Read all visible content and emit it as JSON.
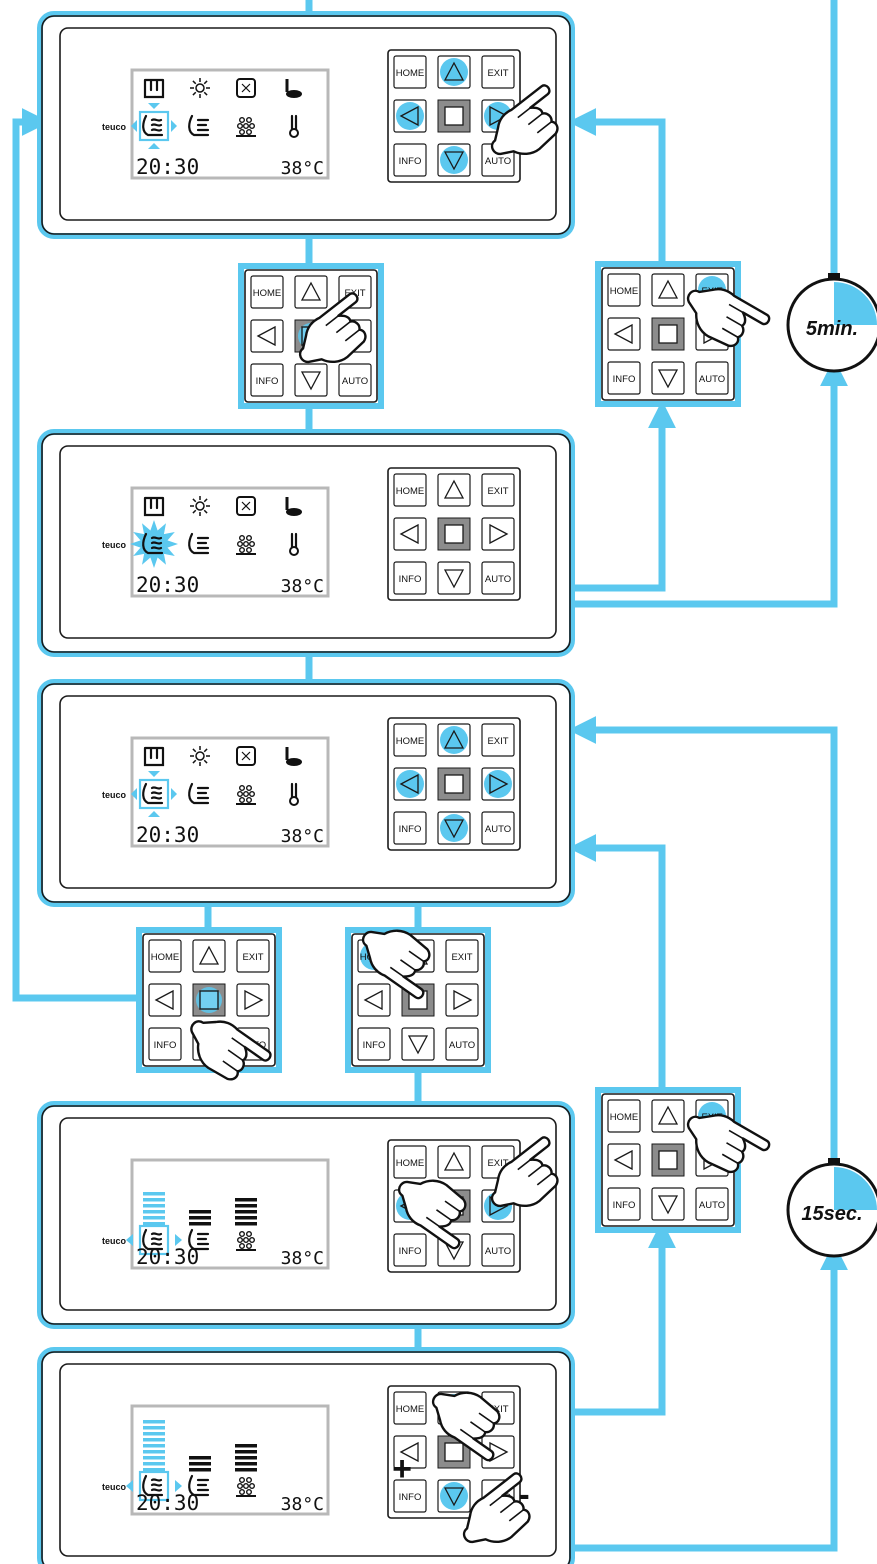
{
  "colors": {
    "accent": "#5bc8ef",
    "panel_stroke": "#1a1a1a",
    "lcd_frame": "#b8b8b8",
    "center_key": "#8c8c8c"
  },
  "keypad": {
    "home": "HOME",
    "exit": "EXIT",
    "info": "INFO",
    "auto": "AUTO",
    "up_icon": "up-triangle-icon",
    "down_icon": "down-triangle-icon",
    "left_icon": "left-triangle-icon",
    "right_icon": "right-triangle-icon",
    "center_icon": "square-icon"
  },
  "display": {
    "brand": "teuco",
    "time": "20:30",
    "temperature": "38°C",
    "menu_icons": [
      "hydro-massage-icon",
      "light-icon",
      "program-icon",
      "chromo-icon",
      "water-jets-icon",
      "air-jets-icon",
      "bubbles-icon",
      "thermometer-icon"
    ],
    "level_icons": [
      "water-jets-icon",
      "air-jets-icon",
      "bubbles-icon"
    ]
  },
  "timers": [
    {
      "label": "5min.",
      "fraction": 0.25
    },
    {
      "label": "15sec.",
      "fraction": 0.25
    }
  ],
  "gesture_marks": {
    "plus": "+",
    "minus": "-"
  }
}
